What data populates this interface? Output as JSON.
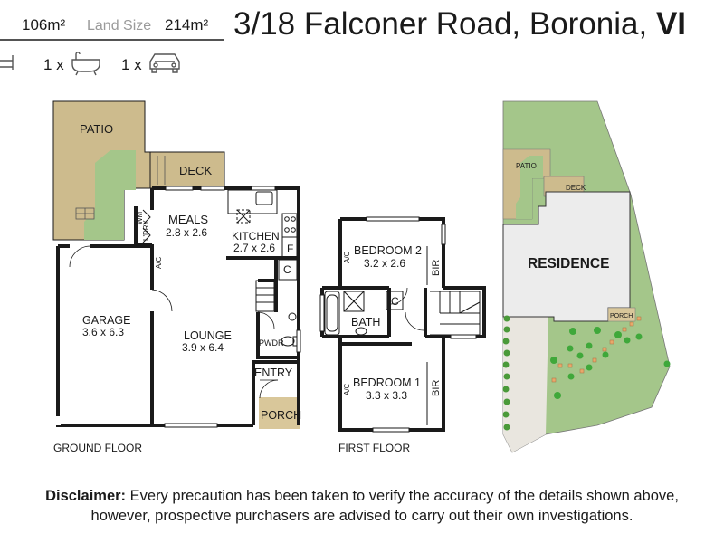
{
  "header": {
    "floor_area": "106m²",
    "land_size_label": "Land Size",
    "land_size_value": "214m²",
    "address": "3/18 Falconer Road, Boronia, ",
    "state_partial": "VI",
    "bath_count": "1 x",
    "car_count": "1 x"
  },
  "icons": [
    "bath-icon",
    "car-icon",
    "bed-icon"
  ],
  "colors": {
    "outdoor": "#cdbb8d",
    "garden": "#a4c68a",
    "porch": "#d9c79a",
    "residence": "#ececec",
    "wall": "#1a1a1a"
  },
  "ground": {
    "patio": "PATIO",
    "deck": "DECK",
    "meals_name": "MEALS",
    "meals_dim": "2.8 x 2.6",
    "kitchen_name": "KITCHEN",
    "kitchen_dim": "2.7 x 2.6",
    "fridge": "F",
    "cupboard": "C",
    "wm": "WM",
    "ldry": "L'DRY",
    "ac": "A/C",
    "garage_name": "GARAGE",
    "garage_dim": "3.6 x 6.3",
    "lounge_name": "LOUNGE",
    "lounge_dim": "3.9 x 6.4",
    "pwdr": "PWDR",
    "entry": "ENTRY",
    "porch": "PORCH",
    "caption": "GROUND FLOOR"
  },
  "first": {
    "bed2_name": "BEDROOM 2",
    "bed2_dim": "3.2 x 2.6",
    "bed1_name": "BEDROOM 1",
    "bed1_dim": "3.3 x 3.3",
    "bir": "BIR",
    "ac": "A/C",
    "cupboard": "C",
    "bath": "BATH",
    "caption": "FIRST FLOOR"
  },
  "site": {
    "patio": "PATIO",
    "deck": "DECK",
    "residence": "RESIDENCE",
    "porch": "PORCH"
  },
  "disclaimer": {
    "label": "Disclaimer:",
    "line1": " Every precaution has been taken to verify the accuracy of the details shown above,",
    "line2": "however, prospective purchasers are advised to carry out their own investigations."
  }
}
